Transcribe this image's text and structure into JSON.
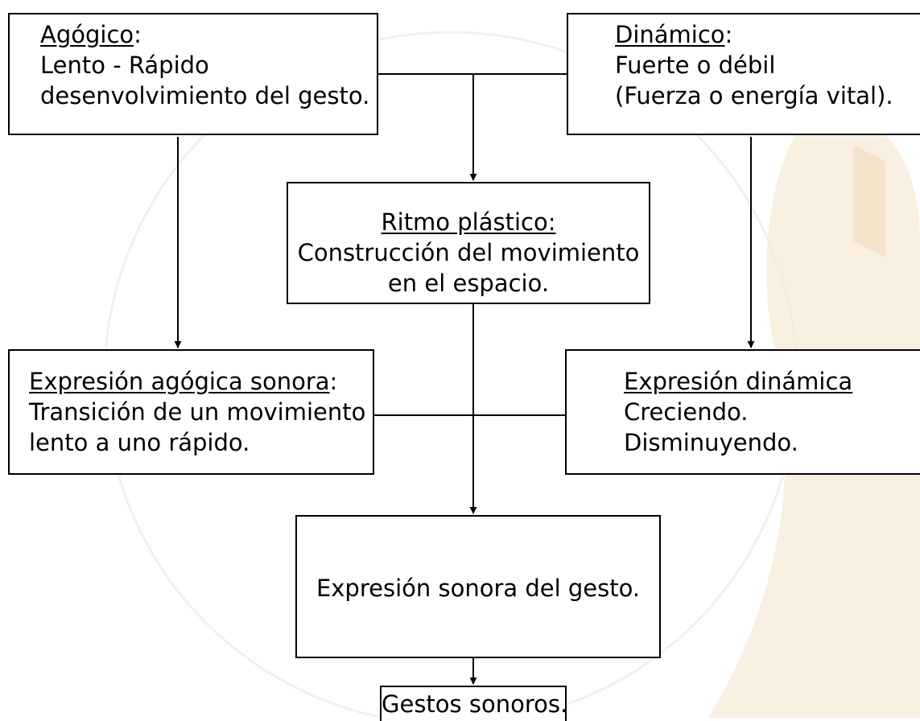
{
  "nodes": {
    "agogico": {
      "heading": "Agógico",
      "heading_suffix": ":",
      "lines": [
        "Lento - Rápido",
        "desenvolvimiento del gesto."
      ]
    },
    "dinamico": {
      "heading": "Dinámico",
      "heading_suffix": ":",
      "lines": [
        "Fuerte o débil",
        "(Fuerza o energía vital)."
      ]
    },
    "ritmo_plastico": {
      "heading": "Ritmo plástico:",
      "lines": [
        "Construcción del movimiento",
        "en el espacio."
      ]
    },
    "expresion_agogica": {
      "heading": "Expresión agógica sonora",
      "heading_suffix": ":",
      "lines": [
        "Transición de un movimiento",
        "lento a uno rápido."
      ]
    },
    "expresion_dinamica": {
      "heading": "Expresión dinámica",
      "lines": [
        "Creciendo.",
        "Disminuyendo."
      ]
    },
    "expresion_sonora": {
      "text": "Expresión sonora del gesto."
    },
    "gestos_sonoros": {
      "text": "Gestos sonoros."
    }
  },
  "colors": {
    "line": "#000000",
    "box_border": "#000000",
    "watermark": "#f3e6d0"
  }
}
